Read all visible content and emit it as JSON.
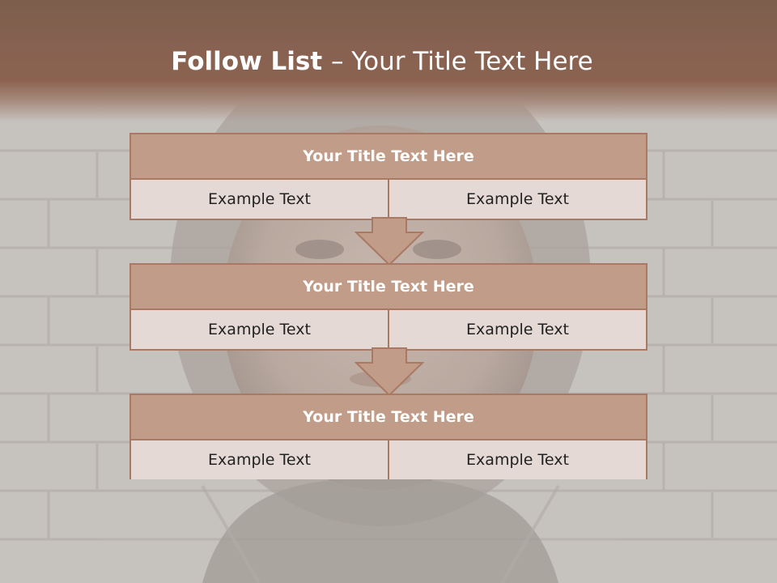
{
  "slide": {
    "title_bold": "Follow List ",
    "title_rest": " – Your Title Text Here"
  },
  "blocks": [
    {
      "title": "Your Title Text Here",
      "left": "Example Text",
      "right": "Example Text"
    },
    {
      "title": "Your Title Text Here",
      "left": "Example Text",
      "right": "Example Text"
    },
    {
      "title": "Your Title Text Here",
      "left": "Example Text",
      "right": "Example Text"
    }
  ],
  "colors": {
    "header": "#876151",
    "block_title_fill": "#c09c89",
    "block_cell_fill": "#e5d9d5",
    "border": "#a97963",
    "arrow_fill": "#c09c89"
  }
}
